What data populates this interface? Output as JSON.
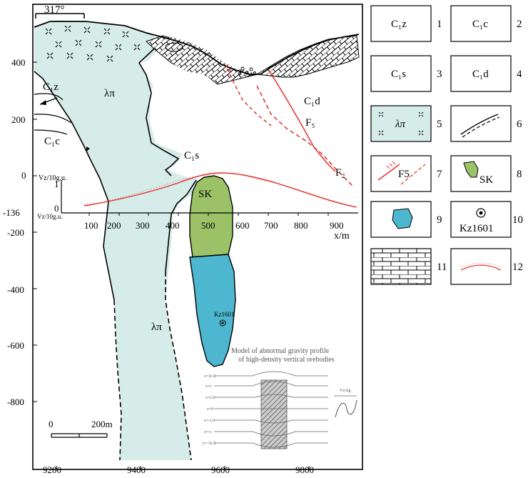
{
  "section": {
    "bearing": "317°",
    "y_ticks": [
      "400",
      "200",
      "0",
      "-136",
      "-200",
      "-400",
      "-600",
      "-800"
    ],
    "x_ticks": [
      "9200",
      "9400",
      "9600",
      "9800"
    ],
    "labels": {
      "lp_top": "λπ",
      "lp_bottom": "λπ",
      "c1z": "C₁z",
      "c1c": "C₁c",
      "c1s": "C₁s",
      "c1d": "C₁d",
      "f5": "F₅",
      "f2": "F₂",
      "sk": "SK",
      "borehole": "Kz1601"
    },
    "scale_bar": {
      "zero": "0",
      "length": "200m"
    }
  },
  "profile": {
    "y_axis_label": "Vz/10g.u.",
    "y_axis_label_lower": "Vz/10g.u.",
    "y_ticks": [
      "1",
      "0"
    ],
    "x_ticks": [
      "100",
      "200",
      "300",
      "400",
      "500",
      "600",
      "700",
      "800",
      "900"
    ],
    "x_unit": "x/m",
    "anomaly_color": "#e2302b"
  },
  "inset": {
    "title_line1": "Model of abnormal gravity profile",
    "title_line2": "of high-density vertical orebodies",
    "row_labels": [
      "z=3c/2",
      "z=c",
      "z=c/2",
      "z=0",
      "z=-c/2",
      "z=-c",
      "z=-3c/2"
    ],
    "side_label": "Vz/Δg"
  },
  "legend": [
    {
      "num": "1",
      "text": "C₁z"
    },
    {
      "num": "2",
      "text": "C₁c"
    },
    {
      "num": "3",
      "text": "C₁s"
    },
    {
      "num": "4",
      "text": "C₁d"
    },
    {
      "num": "5",
      "text": "λπ"
    },
    {
      "num": "6",
      "text": ""
    },
    {
      "num": "7",
      "text": "F5"
    },
    {
      "num": "8",
      "text": "SK"
    },
    {
      "num": "9",
      "text": ""
    },
    {
      "num": "10",
      "text": "Kz1601"
    },
    {
      "num": "11",
      "text": ""
    },
    {
      "num": "12",
      "text": ""
    }
  ],
  "colors": {
    "porphyry_fill": "#d6ece9",
    "skarn_fill": "#9bc267",
    "orebody_fill": "#4db7cf",
    "fault_red": "#e2302b"
  }
}
